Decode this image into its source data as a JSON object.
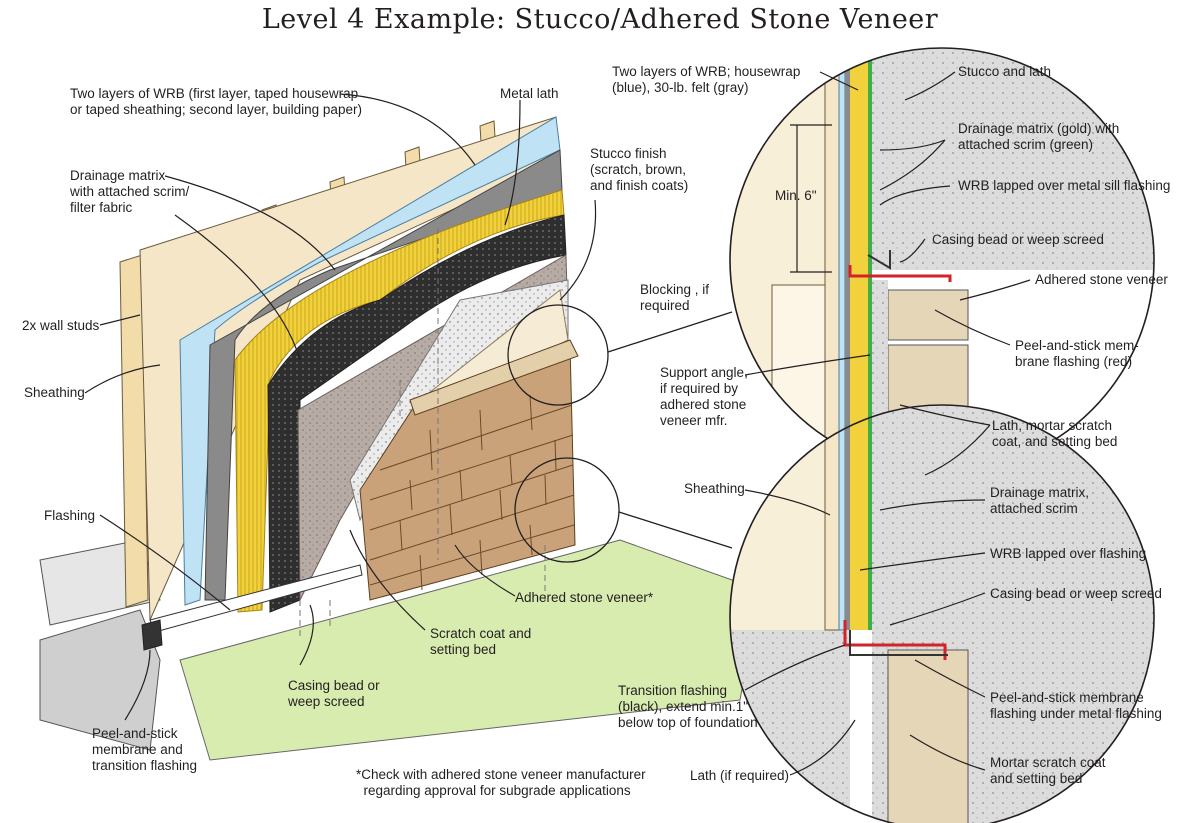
{
  "title": "Level 4 Example: Stucco/Adhered Stone Veneer",
  "main_labels": {
    "wrb": "Two layers of WRB (first layer, taped housewrap\nor taped sheathing; second layer, building paper)",
    "metal_lath": "Metal lath",
    "drainage": "Drainage matrix\nwith attached scrim/\nfilter fabric",
    "stucco_finish": "Stucco finish\n(scratch, brown,\nand finish coats)",
    "studs": "2x wall studs",
    "sheathing": "Sheathing",
    "flashing": "Flashing",
    "adhered_stone": "Adhered stone veneer*",
    "scratch_coat": "Scratch coat and\nsetting bed",
    "casing_bead": "Casing bead or\nweep screed",
    "peel_stick": "Peel-and-stick\nmembrane and\ntransition flashing",
    "footnote": "*Check with adhered stone veneer manufacturer\n  regarding approval for subgrade applications"
  },
  "upper_detail": {
    "wrb": "Two layers of WRB; housewrap\n(blue), 30-lb. felt (gray)",
    "stucco_lath": "Stucco and lath",
    "drainage": "Drainage matrix (gold) with\nattached scrim (green)",
    "min6": "Min. 6\"",
    "wrb_lapped": "WRB lapped over metal sill flashing",
    "casing": "Casing bead or weep screed",
    "blocking": "Blocking , if\nrequired",
    "adhered": "Adhered stone veneer",
    "peel": "Peel-and-stick mem-\nbrane flashing (red)",
    "support": "Support angle,\nif required by\nadhered stone\nveneer mfr.",
    "lath_mortar": "Lath, mortar scratch\ncoat, and setting bed"
  },
  "lower_detail": {
    "sheathing": "Sheathing",
    "drainage": "Drainage matrix,\nattached scrim",
    "wrb_lapped": "WRB lapped over flashing",
    "casing": "Casing bead or weep screed",
    "transition": "Transition flashing\n(black), extend min.1\"\nbelow top of foundation",
    "peel": "Peel-and-stick membrane\nflashing under metal flashing",
    "lath": "Lath (if required)",
    "mortar": "Mortar scratch coat\nand setting bed"
  },
  "colors": {
    "sheathing": "#f5e6c8",
    "housewrap": "#bfe3f5",
    "felt": "#8a8a8a",
    "drainage": "#f2d23c",
    "lath": "#3a3a3a",
    "scratch": "#b7aba6",
    "brown_coat": "#e8e8e8",
    "finish": "#f6ecd6",
    "stone": "#c9a27a",
    "ground": "#d9ecb0",
    "concrete": "#d9d9d9",
    "flashing_red": "#d2232a"
  }
}
